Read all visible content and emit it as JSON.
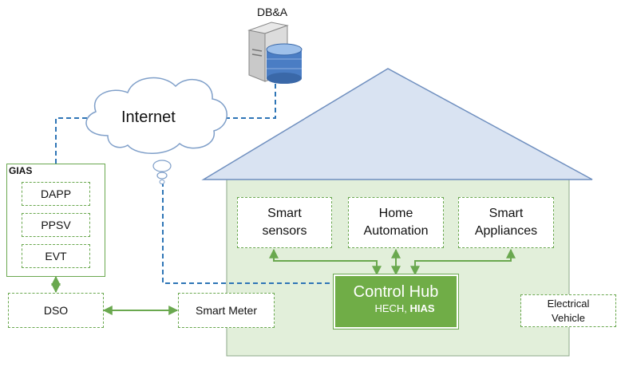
{
  "database": {
    "label": "DB&A",
    "icon": "database-server-icon"
  },
  "cloud": {
    "label": "Internet",
    "icon": "cloud-icon"
  },
  "gias": {
    "title": "GIAS",
    "modules": [
      "DAPP",
      "PPSV",
      "EVT"
    ]
  },
  "dso": {
    "label": "DSO"
  },
  "smart_meter": {
    "label": "Smart Meter"
  },
  "house": {
    "devices": [
      {
        "line1": "Smart",
        "line2": "sensors"
      },
      {
        "line1": "Home",
        "line2": "Automation"
      },
      {
        "line1": "Smart",
        "line2": "Appliances"
      }
    ],
    "hub": {
      "title": "Control Hub",
      "subtitle_prefix": "HECH, ",
      "subtitle_bold": "HIAS",
      "icon": "raspberry-pi-icon"
    },
    "ev": {
      "line1": "Electrical",
      "line2": "Vehicle"
    }
  },
  "colors": {
    "link_green": "#6aa84f",
    "link_blue": "#2e75b6",
    "house_fill": "#e2efda",
    "roof_fill": "#d9e3f2",
    "roof_stroke": "#6f8fbf",
    "hub_fill": "#70ad47"
  }
}
